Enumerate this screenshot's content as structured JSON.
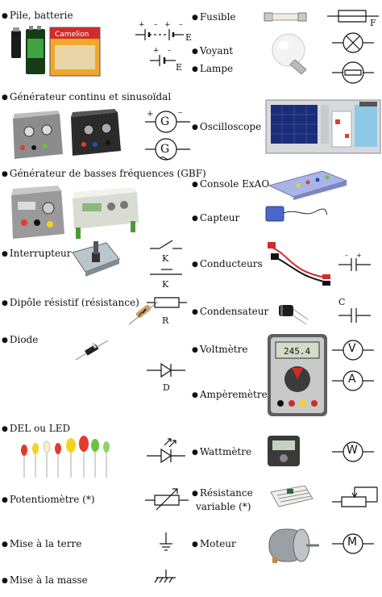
{
  "components": {
    "pile": "Pile, batterie",
    "generateur": "Générateur continu et sinusoïdal",
    "gbf": "Générateur de basses fréquences (GBF)",
    "interrupteur": "Interrupteur",
    "dipole": "Dipôle résistif (résistance)",
    "diode": "Diode",
    "del": "DEL ou LED",
    "potentiometre": "Potentiomètre (*)",
    "terre": "Mise à la terre",
    "masse": "Mise à la masse",
    "fusible": "Fusible",
    "voyant": "Voyant",
    "lampe": "Lampe",
    "oscilloscope": "Oscilloscope",
    "console": "Console ExAO",
    "capteur": "Capteur",
    "conducteurs": "Conducteurs",
    "condensateur": "Condensateur",
    "voltmetre": "Voltmètre",
    "amperemetre": "Ampèremètre",
    "wattmetre": "Wattmètre",
    "resistance_var_line1": "Résistance",
    "resistance_var_line2": "variable (*)",
    "moteur": "Moteur"
  },
  "symbol_letters": {
    "pile_E1": "E",
    "pile_E2": "E",
    "fusible_F": "F",
    "gen_G1": "G",
    "gen_G2": "G",
    "interrupteur_K1": "K",
    "interrupteur_K2": "K",
    "resistance_R": "R",
    "diode_D": "D",
    "condensateur_C": "C",
    "voltmetre_V": "V",
    "amperemetre_A": "A",
    "wattmetre_W": "W",
    "moteur_M": "M",
    "plus": "+",
    "minus": "–"
  },
  "photo_labels": {
    "cameleon": "Camelion",
    "voltmeter_display": "245.4"
  },
  "colors": {
    "bullet": "#111111",
    "symbol_stroke": "#111111",
    "oscillo_screen": "#1c2d78",
    "led_red": "#e23b2e",
    "led_yellow": "#f4d21f",
    "led_green": "#69c243"
  }
}
